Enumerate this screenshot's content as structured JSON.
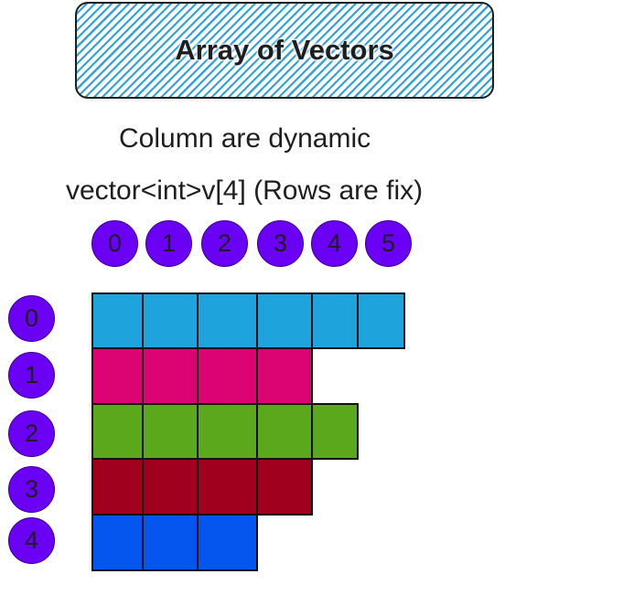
{
  "title": "Array of Vectors",
  "captions": {
    "line1": "Column are dynamic",
    "line2": "vector<int>v[4] (Rows are fix)"
  },
  "column_indices": [
    "0",
    "1",
    "2",
    "3",
    "4",
    "5"
  ],
  "row_indices": [
    "0",
    "1",
    "2",
    "3",
    "4"
  ],
  "rows": [
    {
      "cells": 6,
      "color": "#1ea3dc"
    },
    {
      "cells": 4,
      "color": "#dc0472"
    },
    {
      "cells": 5,
      "color": "#5ca81c"
    },
    {
      "cells": 4,
      "color": "#a0001e"
    },
    {
      "cells": 3,
      "color": "#0556ee"
    }
  ],
  "colors": {
    "badge": "#6a00f4",
    "hatch": "#2fa3da"
  }
}
